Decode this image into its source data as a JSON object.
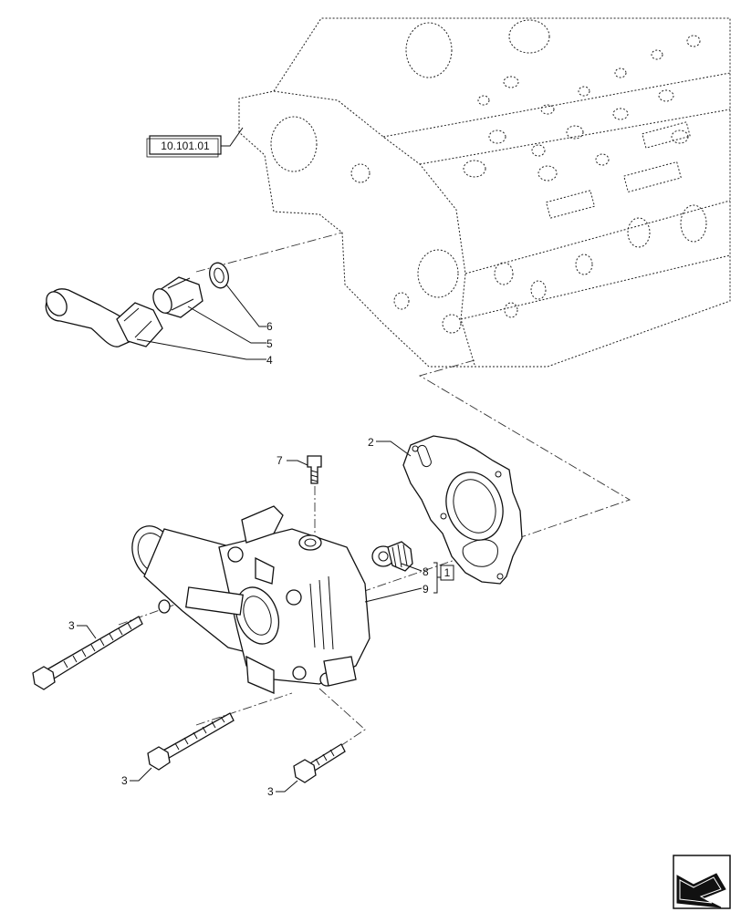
{
  "reference_box": {
    "text": "10.101.01"
  },
  "callouts": [
    {
      "id": "callout-6",
      "text": "6"
    },
    {
      "id": "callout-5",
      "text": "5"
    },
    {
      "id": "callout-4",
      "text": "4"
    },
    {
      "id": "callout-2",
      "text": "2"
    },
    {
      "id": "callout-7",
      "text": "7"
    },
    {
      "id": "callout-8",
      "text": "8"
    },
    {
      "id": "callout-9",
      "text": "9"
    },
    {
      "id": "callout-3a",
      "text": "3"
    },
    {
      "id": "callout-3b",
      "text": "3"
    },
    {
      "id": "callout-3c",
      "text": "3"
    }
  ],
  "kit_box": {
    "text": "1"
  },
  "icons": [
    "engine-block-ghost",
    "fitting-pipe",
    "connector-nipple",
    "seal-washer",
    "gasket",
    "plug-stud",
    "thermostat",
    "thermostat-housing",
    "bolt",
    "navigation-arrow-icon"
  ]
}
